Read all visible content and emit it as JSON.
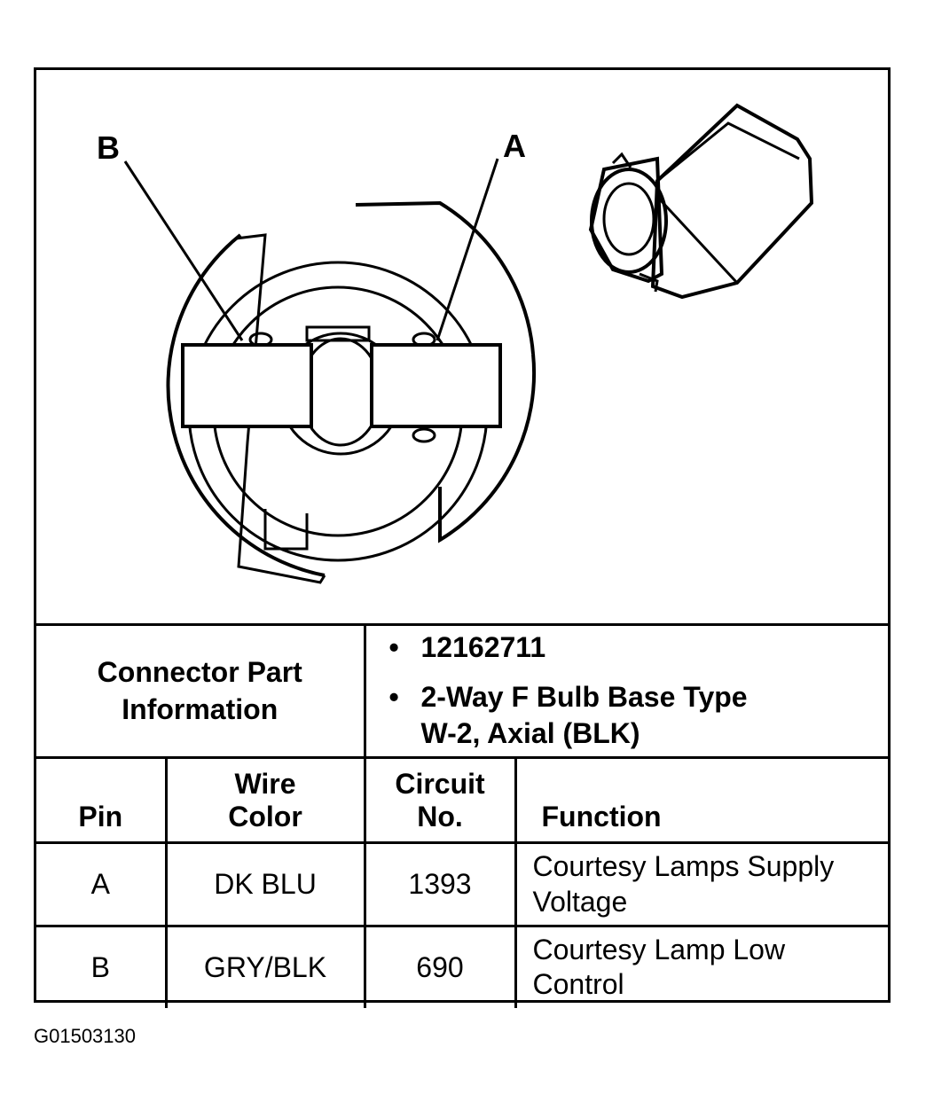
{
  "diagram": {
    "pin_labels": {
      "b": "B",
      "a": "A"
    }
  },
  "connector_info": {
    "label": "Connector Part Information",
    "label_line1": "Connector Part",
    "label_line2": "Information",
    "bullet": "•",
    "items": [
      {
        "line1": "12162711",
        "line2": ""
      },
      {
        "line1": "2-Way F Bulb Base Type",
        "line2": "W-2, Axial (BLK)"
      }
    ]
  },
  "table": {
    "headers": {
      "pin": "Pin",
      "wire_line1": "Wire",
      "wire_line2": "Color",
      "circuit_line1": "Circuit",
      "circuit_line2": "No.",
      "function": "Function"
    },
    "rows": [
      {
        "pin": "A",
        "wire_color": "DK BLU",
        "circuit": "1393",
        "function_line1": "Courtesy Lamps Supply",
        "function_line2": "Voltage"
      },
      {
        "pin": "B",
        "wire_color": "GRY/BLK",
        "circuit": "690",
        "function_line1": "Courtesy Lamp Low",
        "function_line2": "Control"
      }
    ]
  },
  "footer": {
    "figure_id": "G01503130"
  }
}
